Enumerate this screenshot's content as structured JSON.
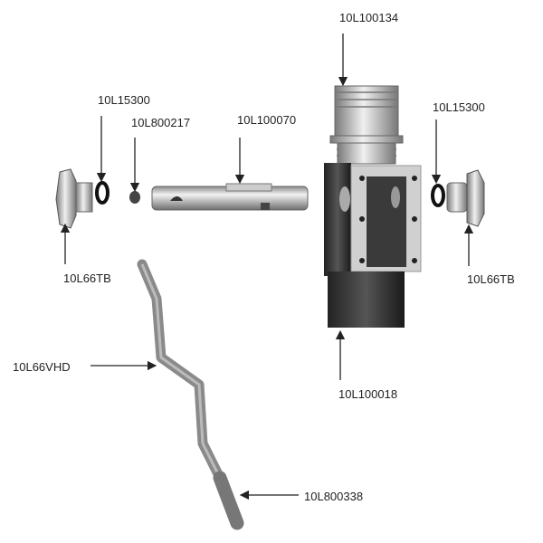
{
  "labels": {
    "cap_fitting": "10L100134",
    "oring_left": "10L15300",
    "plug": "10L800217",
    "shaft": "10L100070",
    "oring_right": "10L15300",
    "nut_left": "10L66TB",
    "nut_right": "10L66TB",
    "housing": "10L100018",
    "handle": "10L66VHD",
    "grip": "10L800338"
  },
  "colors": {
    "part_gray": "#9a9a9a",
    "dark": "#2a2a2a",
    "plate": "#cfcfcf",
    "text": "#222222"
  }
}
